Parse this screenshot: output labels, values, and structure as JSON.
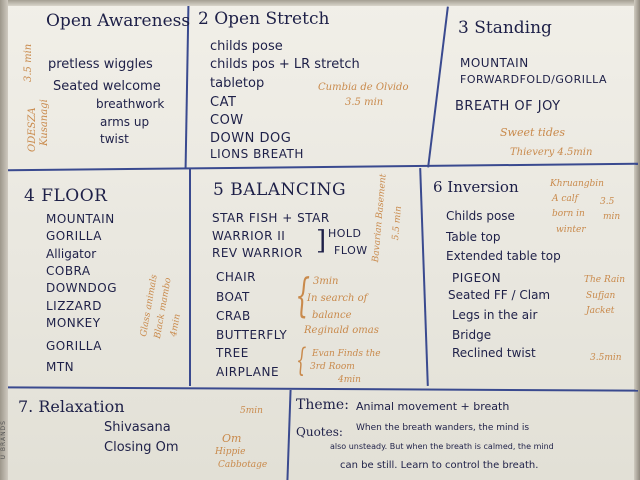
{
  "board": {
    "brand": "U BRANDS",
    "section1": {
      "title": "Open Awareness",
      "items": [
        "pretless wiggles",
        "Seated welcome",
        "breathwork",
        "arms up",
        "twist"
      ],
      "side_note_time": "3.5 min",
      "side_note_names": "ODESZA",
      "side_note_names2": "Kusanagi"
    },
    "section2": {
      "title": "2 Open Stretch",
      "items": [
        "childs pose",
        "childs pos + LR stretch",
        "tabletop",
        "CAT",
        "COW",
        "DOWN DOG",
        "LIONS BREATH"
      ],
      "note1": "Cumbia de Olvido",
      "note2": "3.5 min"
    },
    "section3": {
      "title": "3 Standing",
      "items": [
        "MOUNTAIN",
        "FORWARDFOLD/GORILLA",
        "BREATH OF JOY"
      ],
      "note1": "Sweet tides",
      "note2": "Thievery 4.5min"
    },
    "section4": {
      "title": "4 FLOOR",
      "items": [
        "MOUNTAIN",
        "GORILLA",
        "Alligator",
        "COBRA",
        "DOWNDOG",
        "LIZZARD",
        "MONKEY",
        "GORILLA",
        "MTN"
      ],
      "note1": "Glass animals",
      "note2": "Black mambo",
      "note3": "4min"
    },
    "section5": {
      "title": "5 BALANCING",
      "items": [
        "STAR FISH + STAR",
        "WARRIOR II",
        "REV WARRIOR",
        "CHAIR",
        "BOAT",
        "CRAB",
        "BUTTERFLY",
        "TREE",
        "AIRPLANE"
      ],
      "hold_label": "HOLD",
      "flow_label": "FLOW",
      "side_note": "Bavarian Basement",
      "side_note2": "5.5 min",
      "note1": "3min",
      "note2": "In search of",
      "note3": "balance",
      "note4": "Reginald omas",
      "note5": "Evan Finds the",
      "note6": "3rd Room",
      "note7": "4min"
    },
    "section6": {
      "title": "6 Inversion",
      "items": [
        "Childs pose",
        "Table top",
        "Extended table top",
        "PIGEON",
        "Seated FF / Clam",
        "Legs in the air",
        "Bridge",
        "Reclined twist"
      ],
      "note1": "Khruangbin",
      "note2": "A calf",
      "note3": "born in",
      "note4": "winter",
      "note5": "3.5",
      "note6": "min",
      "note7": "The Rain",
      "note8": "Sufjan",
      "note9": "Jacket",
      "note10": "3.5min"
    },
    "section7": {
      "title": "7. Relaxation",
      "items": [
        "Shivasana",
        "Closing Om"
      ],
      "note1": "5min",
      "note2": "Om",
      "note3": "Hippie",
      "note4": "Cabbotage"
    },
    "theme": {
      "label": "Theme:",
      "text": "Animal movement + breath",
      "quotes_label": "Quotes:",
      "quote_line1": "When the breath wanders, the mind is",
      "quote_line2": "also unsteady. But when the breath is calmed, the mind",
      "quote_line3": "can be still. Learn to control the breath."
    }
  }
}
